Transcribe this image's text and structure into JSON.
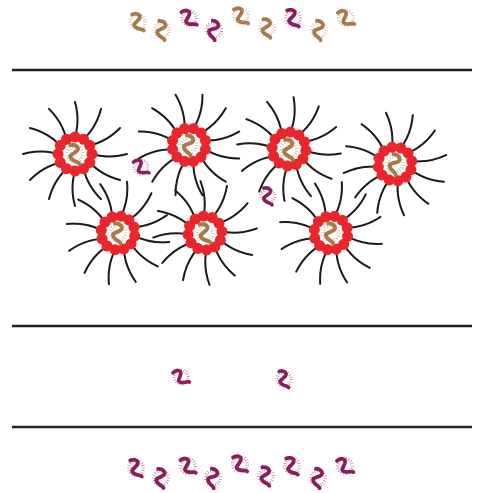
{
  "colors": {
    "background": "#ffffff",
    "divider": "#222222",
    "head_group": "#e8262b",
    "tail": "#1a1a1a",
    "molecule_brown": "#a87a4a",
    "molecule_purple": "#8c1c5c"
  },
  "icons": {
    "micelle": "micelle-icon",
    "squiggle_molecule": "squiggle-molecule-icon"
  },
  "panels": [
    {
      "id": "top",
      "description_empty": ""
    },
    {
      "id": "micelles",
      "micelle_count": 7,
      "loaded_micelles": 7,
      "free_purple_molecules": 2
    },
    {
      "id": "middle",
      "free_purple_molecules": 2
    },
    {
      "id": "bottom"
    }
  ],
  "rows": {
    "top_brown_row": {
      "colors": [
        "brown",
        "brown",
        "purple",
        "purple",
        "brown",
        "brown",
        "purple",
        "brown",
        "brown"
      ]
    },
    "bottom_purple_row": {
      "colors": [
        "purple",
        "purple",
        "purple",
        "purple",
        "purple",
        "purple",
        "purple",
        "purple",
        "purple"
      ]
    }
  }
}
